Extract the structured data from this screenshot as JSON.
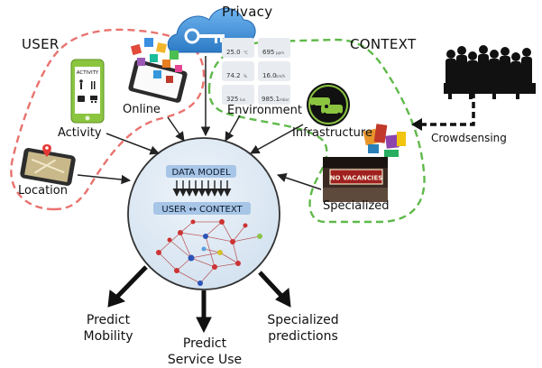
{
  "groups": {
    "user": "USER",
    "context": "CONTEXT"
  },
  "privacy": {
    "label": "Privacy"
  },
  "sources": {
    "online": "Online",
    "activity": "Activity",
    "location": "Location",
    "environment": "Environment",
    "infrastructure": "Infrastructure",
    "specialized": "Specialized",
    "crowdsensing": "Crowdsensing"
  },
  "phone_activity": {
    "title": "ACTIVITY"
  },
  "sign": {
    "text": "NO VACANCIES"
  },
  "sensor_tiles": [
    {
      "value": "25.0",
      "unit": "°C"
    },
    {
      "value": "695",
      "unit": "ppm"
    },
    {
      "value": "74.2",
      "unit": "%"
    },
    {
      "value": "16.0",
      "unit": "km/h"
    },
    {
      "value": "325",
      "unit": "lux"
    },
    {
      "value": "985.1",
      "unit": "mbar"
    }
  ],
  "core": {
    "data_model": "DATA MODEL",
    "user_context": "USER ↔ CONTEXT"
  },
  "outputs": {
    "mobility": [
      "Predict",
      "Mobility"
    ],
    "service": [
      "Predict",
      "Service Use"
    ],
    "specialized": [
      "Specialized",
      "predictions"
    ]
  },
  "colors": {
    "user_outline": "#e8736e",
    "context_outline": "#5fb94a",
    "core_fill": "#dde8f3",
    "model_box": "#a7c5e6",
    "cloud": "#3f8fd8",
    "phone_green": "#8bc540"
  }
}
